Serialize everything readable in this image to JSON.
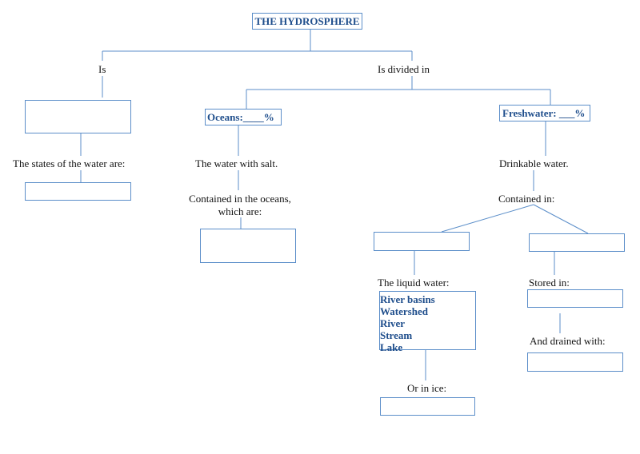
{
  "title": "THE HYDROSPHERE",
  "labels": {
    "is": "Is",
    "is_divided_in": "Is divided in",
    "states_of_water": "The states of the water are:",
    "water_with_salt": "The water with salt.",
    "contained_in_oceans_1": "Contained in the oceans,",
    "contained_in_oceans_2": "which are:",
    "drinkable_water": "Drinkable water.",
    "contained_in": "Contained in:",
    "liquid_water": "The liquid water:",
    "or_in_ice": "Or in ice:",
    "stored_in": "Stored in:",
    "drained_with": "And drained with:"
  },
  "boxes": {
    "oceans": "Oceans:____%",
    "freshwater": "Freshwater: ___%"
  },
  "liquid_water_items": [
    "River basins",
    "Watershed",
    "River",
    "Stream",
    "Lake"
  ],
  "colors": {
    "border": "#5b8ec9",
    "accent_text": "#1f4e8c"
  }
}
